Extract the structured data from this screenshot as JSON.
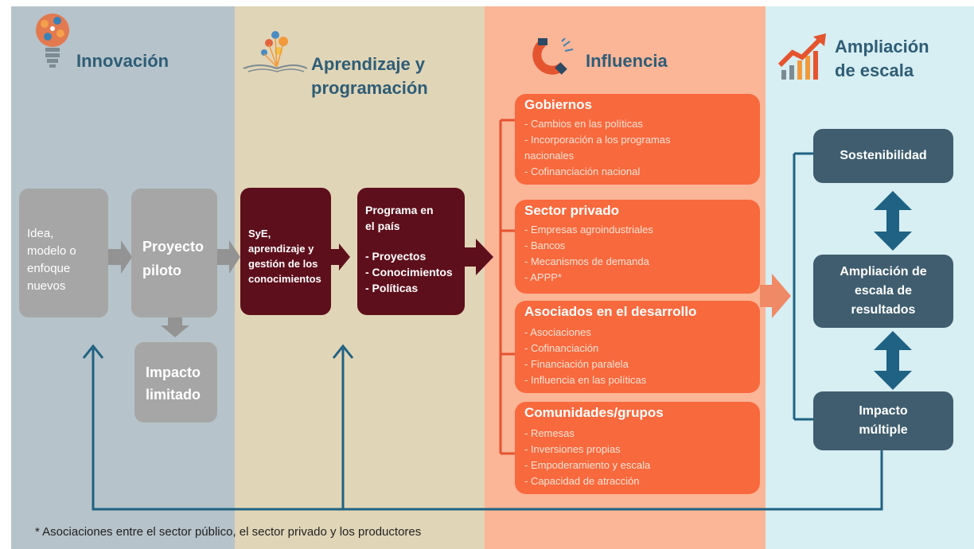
{
  "columns": {
    "innovation": {
      "title": "Innovación",
      "icon": "lightbulb-icon"
    },
    "learning": {
      "title_line1": "Aprendizaje y",
      "title_line2": "programación",
      "icon": "book-growth-icon"
    },
    "influence": {
      "title": "Influencia",
      "icon": "magnet-icon"
    },
    "scaling": {
      "title_line1": "Ampliación",
      "title_line2": "de escala",
      "icon": "growth-chart-icon"
    }
  },
  "innovation_boxes": {
    "idea": [
      "Idea,",
      "modelo o",
      "enfoque",
      "nuevos"
    ],
    "pilot": [
      "Proyecto",
      "piloto"
    ],
    "limited": [
      "Impacto",
      "limitado"
    ]
  },
  "learning_boxes": {
    "mel": [
      "SyE,",
      "aprendizaje y",
      "gestión de los",
      "conocimientos"
    ],
    "program": {
      "title_lines": [
        "Programa en",
        "el país"
      ],
      "items": [
        "- Proyectos",
        "- Conocimientos",
        "- Políticas"
      ]
    }
  },
  "influence_groups": [
    {
      "title": "Gobiernos",
      "items": [
        "- Cambios en las políticas",
        "- Incorporación a los programas",
        "nacionales",
        "- Cofinanciación nacional"
      ]
    },
    {
      "title": "Sector privado",
      "items": [
        "- Empresas agroindustriales",
        "- Bancos",
        "- Mecanismos de demanda",
        "- APPP*"
      ]
    },
    {
      "title": "Asociados en el desarrollo",
      "items": [
        "- Asociaciones",
        "- Cofinanciación",
        "- Financiación paralela",
        "- Influencia en las políticas"
      ]
    },
    {
      "title": "Comunidades/grupos",
      "items": [
        "- Remesas",
        "- Inversiones propias",
        "- Empoderamiento y escala",
        "- Capacidad de atracción"
      ]
    }
  ],
  "scaling_boxes": {
    "sustainability": "Sostenibilidad",
    "scaling_results": [
      "Ampliación de",
      "escala de",
      "resultados"
    ],
    "multiple_impact": [
      "Impacto",
      "múltiple"
    ]
  },
  "footnote": "* Asociaciones entre el sector público, el sector privado y los productores",
  "colors": {
    "innovation_bg": "#b6c3ca",
    "learning_bg": "#e1d5b7",
    "influence_bg": "#fbb597",
    "scaling_bg": "#d7eef2",
    "gray_box": "#a6a6a6",
    "maroon_box": "#5e0f1c",
    "orange_box": "#f8693d",
    "teal_box": "#3f5d6e",
    "title_text": "#2e5d77",
    "connector": "#1f6283"
  }
}
